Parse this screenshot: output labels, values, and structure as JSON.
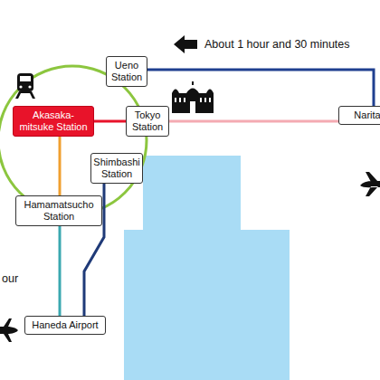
{
  "diagram": {
    "nodes": [
      {
        "text": [
          "Ueno Station"
        ]
      },
      {
        "text": [
          "Akasaka-mitsuke Station"
        ]
      },
      {
        "text": [
          "Tokyo Station"
        ]
      },
      {
        "text": [
          "Narita"
        ]
      },
      {
        "text": [
          "Shimbashi Station"
        ]
      },
      {
        "text": [
          "Hamamatsucho Station"
        ]
      },
      {
        "text": [
          "Haneda Airport"
        ]
      }
    ],
    "edges": [
      {
        "from": 0,
        "to": 3,
        "arrow": "none"
      },
      {
        "from": 1,
        "to": 2,
        "arrow": "none"
      },
      {
        "from": 2,
        "to": 3,
        "arrow": "none"
      },
      {
        "from": 1,
        "to": 5,
        "arrow": "none"
      },
      {
        "from": 5,
        "to": 6,
        "arrow": "none"
      },
      {
        "from": 4,
        "to": 6,
        "arrow": "none"
      }
    ],
    "labels": [
      "About 1 hour and 30 minutes",
      "our"
    ]
  }
}
